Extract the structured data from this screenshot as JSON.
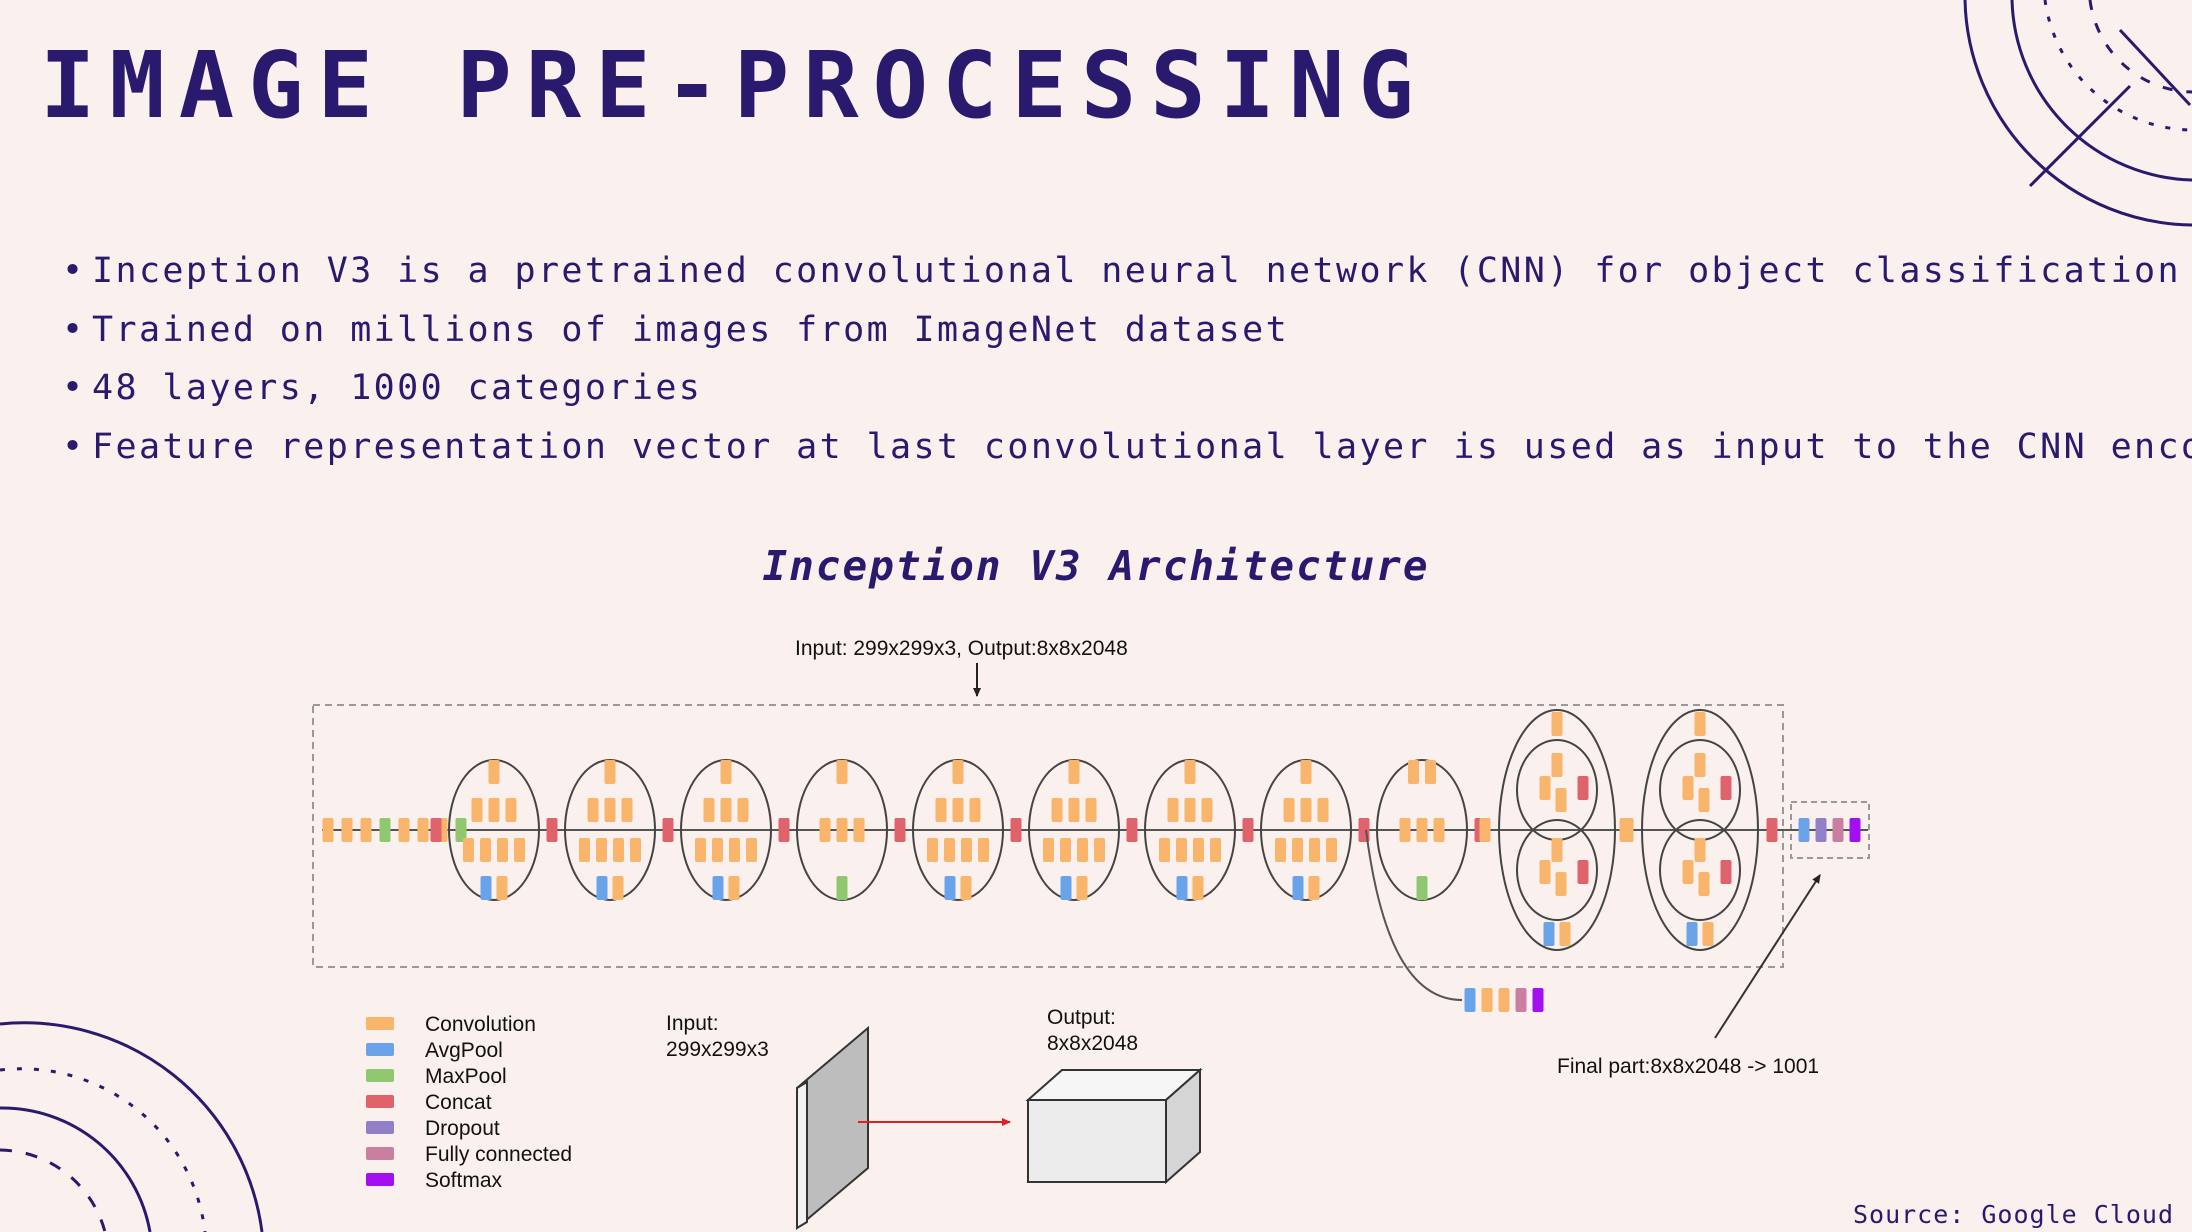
{
  "title": "IMAGE PRE-PROCESSING",
  "bullets": [
    "Inception V3 is a pretrained convolutional neural network (CNN) for object classification",
    "Trained on millions of images from ImageNet dataset",
    "48 layers, 1000 categories",
    "Feature representation vector at last convolutional layer is used as input to the CNN encoder"
  ],
  "diagram": {
    "caption": "Inception V3 Architecture",
    "top_label": "Input: 299x299x3, Output:8x8x2048",
    "final_label": "Final part:8x8x2048 -> 1001",
    "input_label_1": "Input:",
    "input_label_2": "299x299x3",
    "output_label_1": "Output:",
    "output_label_2": "8x8x2048",
    "legend": [
      {
        "label": "Convolution",
        "color": "#f8b56b"
      },
      {
        "label": "AvgPool",
        "color": "#6aa3ea"
      },
      {
        "label": "MaxPool",
        "color": "#8fc86f"
      },
      {
        "label": "Concat",
        "color": "#e0626a"
      },
      {
        "label": "Dropout",
        "color": "#9180c8"
      },
      {
        "label": "Fully connected",
        "color": "#cb7fa0"
      },
      {
        "label": "Softmax",
        "color": "#a40ff0"
      }
    ]
  },
  "source": "Source: Google Cloud",
  "colors": {
    "text": "#2a1a6e",
    "background": "#faf0ee",
    "accent": "#2a1a6e"
  }
}
